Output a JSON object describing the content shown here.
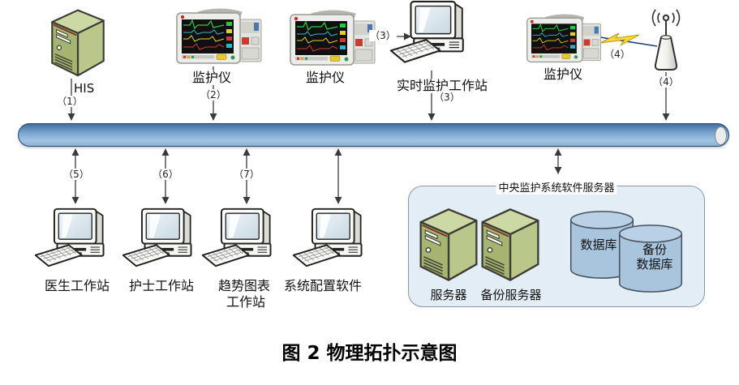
{
  "caption": "图 2 物理拓扑示意图",
  "nodes": {
    "his": {
      "label": "HIS",
      "num": "（1）"
    },
    "monitor_a": {
      "label": "监护仪",
      "num": "（2）"
    },
    "monitor_b": {
      "label": "监护仪"
    },
    "realtime_workstation": {
      "label": "实时监护工作站",
      "num": "（3）"
    },
    "monitor_c": {
      "label": "监护仪"
    },
    "antenna": {
      "num": "（4）"
    },
    "doctor_workstation": {
      "label": "医生工作站",
      "num": "（5）"
    },
    "nurse_workstation": {
      "label": "护士工作站",
      "num": "（6）"
    },
    "trend_workstation": {
      "label_line1": "趋势图表",
      "label_line2": "工作站",
      "num": "（7）"
    },
    "config_workstation": {
      "label": "系统配置软件"
    }
  },
  "links": {
    "monitor_to_realtime_ws": {
      "num": "（3）"
    },
    "wireless": {
      "num": "（4）"
    }
  },
  "server_group": {
    "title": "中央监护系统软件服务器",
    "server_label": "服务器",
    "backup_server_label": "备份服务器",
    "database_label": "数据库",
    "backup_database_line1": "备份",
    "backup_database_line2": "数据库"
  },
  "icons": {
    "server_tower": "server-tower-icon",
    "patient_monitor": "patient-monitor-icon",
    "desktop_computer": "desktop-computer-icon",
    "antenna": "antenna-icon",
    "database": "database-cylinder-icon",
    "lightning": "lightning-bolt-icon",
    "bus": "network-bus"
  },
  "colors": {
    "bus_blue": "#7ca6d0",
    "group_box_fill": "#e3edf6",
    "server_green": "#a5b571",
    "database_blue": "#a9c4dd",
    "lightning_yellow": "#ffd938",
    "wireless_line_navy": "#1d3f77"
  }
}
